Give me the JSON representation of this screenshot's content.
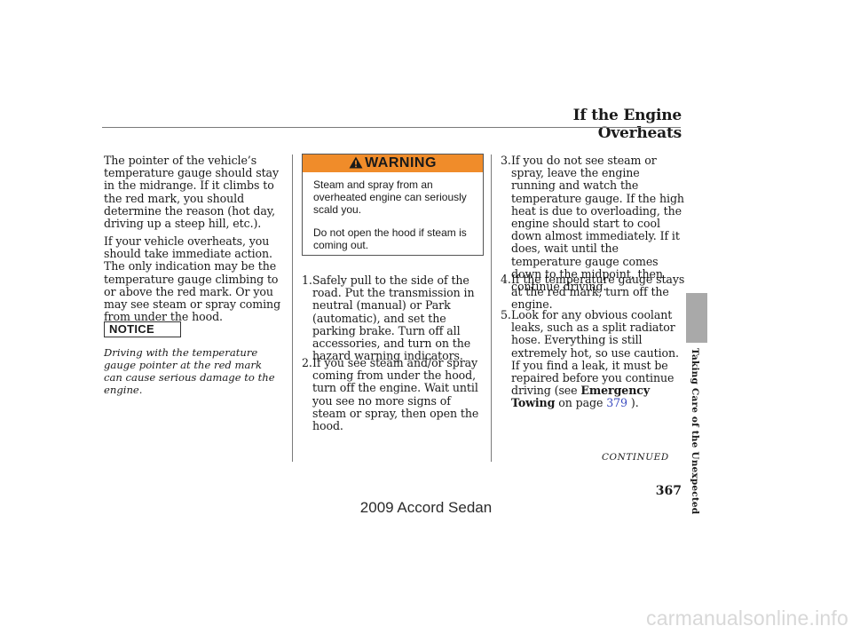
{
  "header": {
    "title": "If the Engine Overheats"
  },
  "left_column": {
    "paragraphs": [
      "The pointer of the vehicle’s temperature gauge should stay in the midrange. If it climbs to the red mark, you should determine the reason (hot day, driving up a steep hill, etc.).",
      "If your vehicle overheats, you should take immediate action. The only indication may be the temperature gauge climbing to or above the red mark. Or you may see steam or spray coming from under the hood."
    ],
    "notice": {
      "label": "NOTICE",
      "text": "Driving with the temperature gauge pointer at the red mark can cause serious damage to the engine."
    }
  },
  "warning": {
    "label": "WARNING",
    "lines": [
      "Steam and spray from an overheated engine can seriously scald you.",
      "Do not open the hood if steam is coming out."
    ]
  },
  "steps": [
    {
      "num": "1.",
      "text": "Safely pull to the side of the road. Put the transmission in neutral (manual) or Park (automatic), and set the parking brake. Turn off all accessories, and turn on the hazard warning indicators."
    },
    {
      "num": "2.",
      "text": "If you see steam and/or spray coming from under the hood, turn off the engine. Wait until you see no more signs of steam or spray, then open the hood."
    },
    {
      "num": "3.",
      "text": "If you do not see steam or spray, leave the engine running and watch the temperature gauge. If the high heat is due to overloading, the engine should start to cool down almost immediately. If it does, wait until the temperature gauge comes down to the midpoint, then continue driving."
    },
    {
      "num": "4.",
      "text": "If the temperature gauge stays at the red mark, turn off the engine."
    },
    {
      "num": "5.",
      "text_before": "Look for any obvious coolant leaks, such as a split radiator hose. Everything is still extremely hot, so use caution. If you find a leak, it must be repaired before you continue driving (see",
      "ref_bold": "Emergency Towing",
      "ref_on_page": "on page",
      "ref_page": "379",
      "text_after": ")."
    }
  ],
  "continued": "CONTINUED",
  "side_tab_label": "Taking Care of the Unexpected",
  "page_number": "367",
  "footer": "2009  Accord  Sedan",
  "watermark": "carmanualsonline.info",
  "colors": {
    "warning_bg": "#f08c2a",
    "link": "#3b4cc0",
    "side_tab": "#a9a9a9"
  }
}
